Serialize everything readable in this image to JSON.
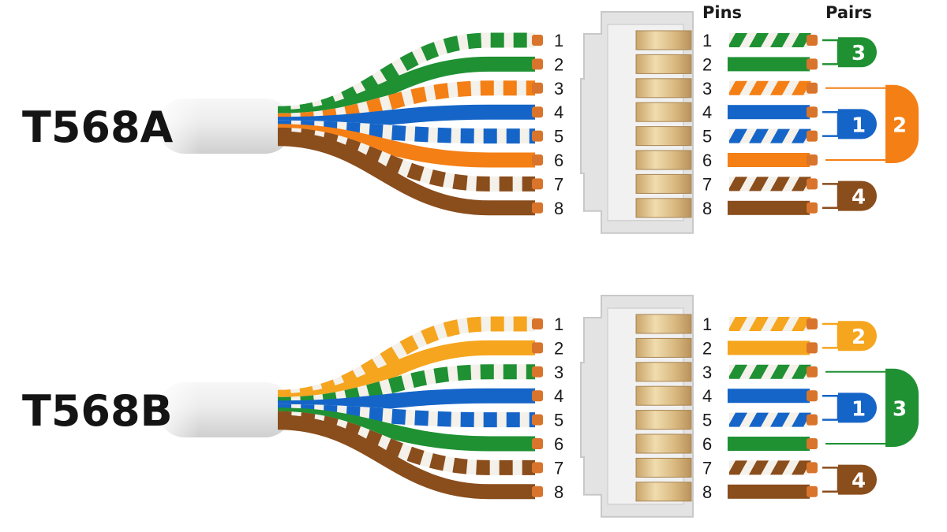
{
  "headers": {
    "pins": "Pins",
    "pairs": "Pairs"
  },
  "colors": {
    "green": "#1f9133",
    "orange": "#f47f15",
    "orange_b": "#f6a51e",
    "blue": "#1565c8",
    "brown": "#8a4d1c",
    "stripe_white": "#f4f1ea",
    "copper": "#d8742c",
    "jacket": "#e9e9e9",
    "plug": "#e3e3e3",
    "contact": "#dcc08a"
  },
  "standards": [
    {
      "name": "T568A",
      "wires": [
        {
          "pin": "1",
          "color": "green",
          "striped": true
        },
        {
          "pin": "2",
          "color": "green",
          "striped": false
        },
        {
          "pin": "3",
          "color": "orange",
          "striped": true
        },
        {
          "pin": "4",
          "color": "blue",
          "striped": false
        },
        {
          "pin": "5",
          "color": "blue",
          "striped": true
        },
        {
          "pin": "6",
          "color": "orange",
          "striped": false
        },
        {
          "pin": "7",
          "color": "brown",
          "striped": true
        },
        {
          "pin": "8",
          "color": "brown",
          "striped": false
        }
      ],
      "pairs": [
        {
          "label": "3",
          "pins": [
            1,
            2
          ],
          "color": "green",
          "style": "pill"
        },
        {
          "label": "1",
          "pins": [
            4,
            5
          ],
          "color": "blue",
          "style": "pill"
        },
        {
          "label": "2",
          "pins": [
            3,
            6
          ],
          "color": "orange",
          "style": "wrap"
        },
        {
          "label": "4",
          "pins": [
            7,
            8
          ],
          "color": "brown",
          "style": "pill"
        }
      ]
    },
    {
      "name": "T568B",
      "wires": [
        {
          "pin": "1",
          "color": "orange_b",
          "striped": true
        },
        {
          "pin": "2",
          "color": "orange_b",
          "striped": false
        },
        {
          "pin": "3",
          "color": "green",
          "striped": true
        },
        {
          "pin": "4",
          "color": "blue",
          "striped": false
        },
        {
          "pin": "5",
          "color": "blue",
          "striped": true
        },
        {
          "pin": "6",
          "color": "green",
          "striped": false
        },
        {
          "pin": "7",
          "color": "brown",
          "striped": true
        },
        {
          "pin": "8",
          "color": "brown",
          "striped": false
        }
      ],
      "pairs": [
        {
          "label": "2",
          "pins": [
            1,
            2
          ],
          "color": "orange_b",
          "style": "pill"
        },
        {
          "label": "1",
          "pins": [
            4,
            5
          ],
          "color": "blue",
          "style": "pill"
        },
        {
          "label": "3",
          "pins": [
            3,
            6
          ],
          "color": "green",
          "style": "wrap"
        },
        {
          "label": "4",
          "pins": [
            7,
            8
          ],
          "color": "brown",
          "style": "pill"
        }
      ]
    }
  ]
}
